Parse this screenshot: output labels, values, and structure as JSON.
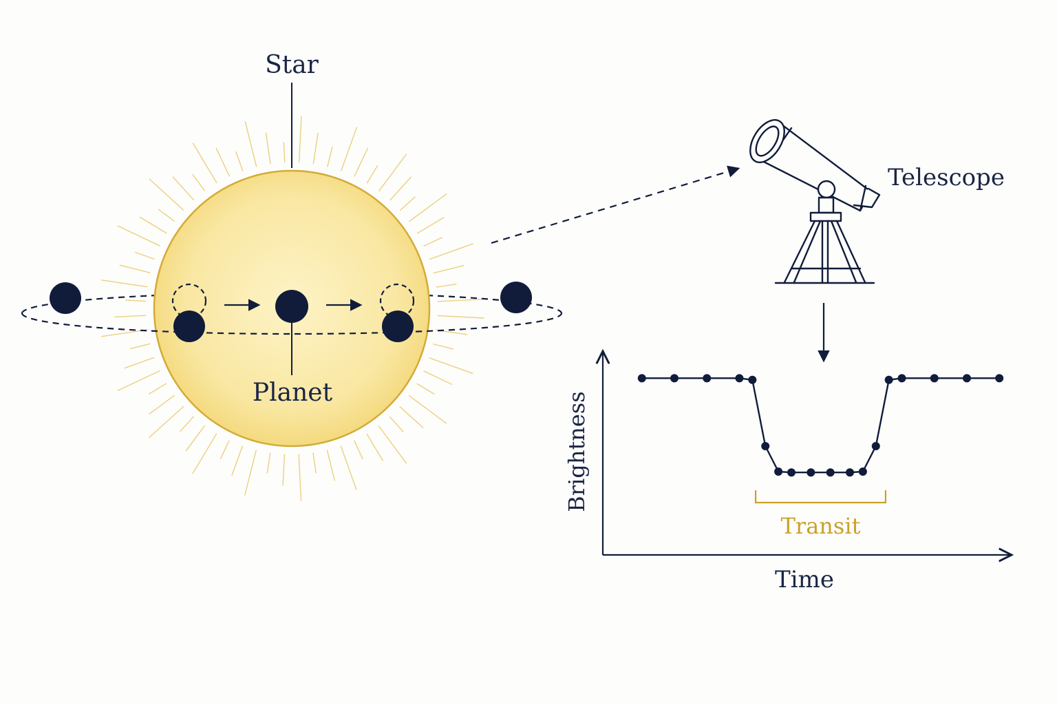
{
  "labels": {
    "star": "Star",
    "planet": "Planet",
    "telescope": "Telescope",
    "transit": "Transit",
    "x_axis": "Time",
    "y_axis": "Brightness"
  },
  "colors": {
    "ink": "#111c3a",
    "text": "#1a2544",
    "star_outline": "#d4ab35",
    "star_center": "#fdf3c6",
    "star_edge": "#f3d777",
    "rays": "#ecd07c",
    "transit": "#c9a227",
    "background": "#fdfdfc"
  },
  "chart_data": {
    "type": "line",
    "title": "",
    "xlabel": "Time",
    "ylabel": "Brightness",
    "x": [
      0,
      1,
      2,
      3,
      3.4,
      3.8,
      4.2,
      4.6,
      5.2,
      5.8,
      6.4,
      6.8,
      7.2,
      7.6,
      8.0,
      9.0,
      10.0,
      11.0
    ],
    "series": [
      {
        "values": [
          1.0,
          1.0,
          1.0,
          1.0,
          0.99,
          0.6,
          0.45,
          0.445,
          0.445,
          0.445,
          0.445,
          0.45,
          0.6,
          0.99,
          1.0,
          1.0,
          1.0,
          1.0
        ]
      }
    ],
    "xlim": [
      -0.8,
      11.8
    ],
    "ylim": [
      0.0,
      1.2
    ],
    "annotations": [
      {
        "text": "Transit",
        "x_start": 3.5,
        "x_end": 7.5
      }
    ],
    "grid": false
  }
}
